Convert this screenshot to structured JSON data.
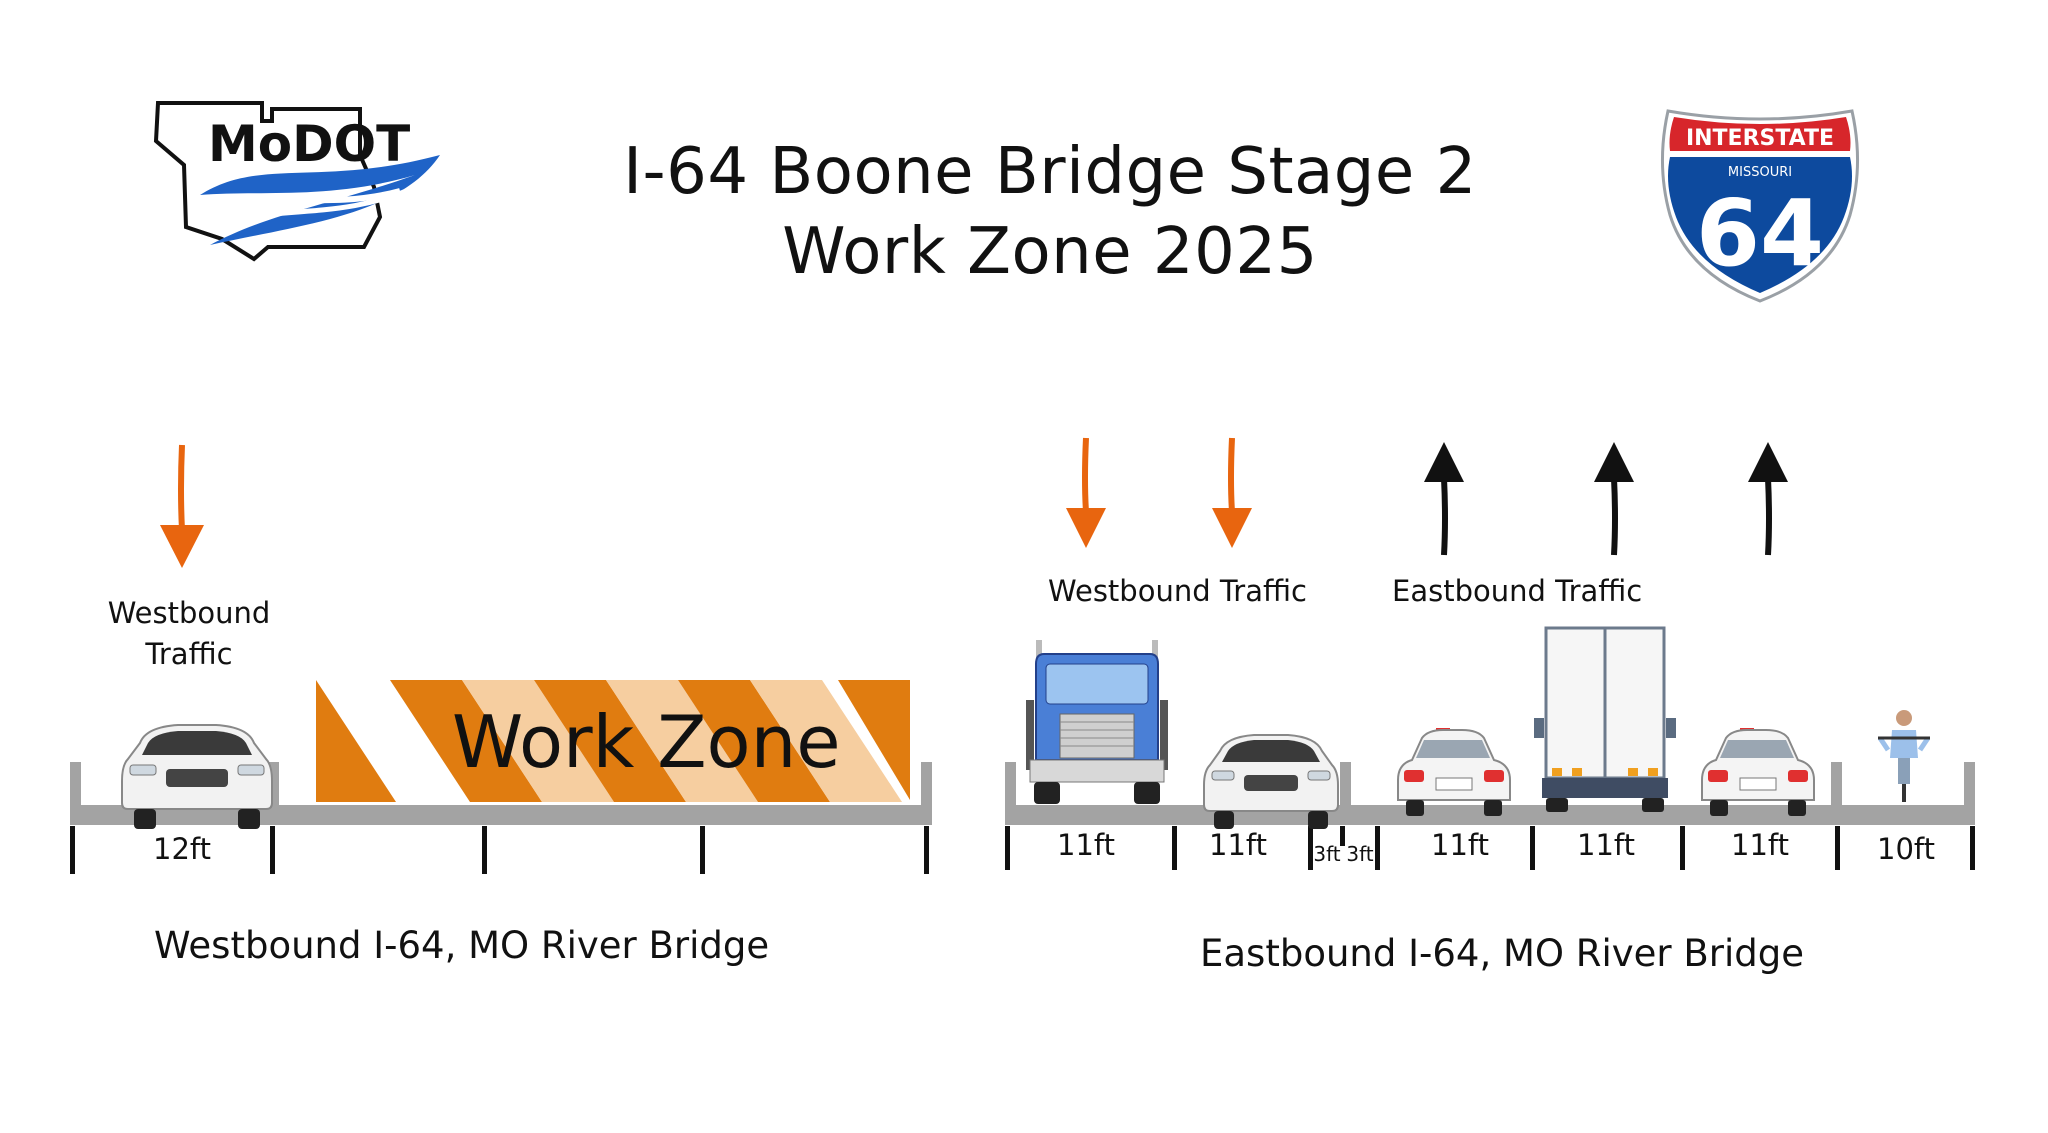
{
  "header": {
    "title_line1": "I-64 Boone Bridge Stage 2",
    "title_line2": "Work Zone 2025"
  },
  "logo_text": "MoDOT",
  "shield": {
    "top_text": "INTERSTATE",
    "state_text": "MISSOURI",
    "number": "64"
  },
  "westbound_bridge": {
    "label": "Westbound I-64, MO River Bridge",
    "traffic_label_line1": "Westbound",
    "traffic_label_line2": "Traffic",
    "lane_width": "12ft",
    "work_zone_text": "Work Zone"
  },
  "eastbound_bridge": {
    "label": "Eastbound I-64, MO River Bridge",
    "westbound_traffic_label": "Westbound Traffic",
    "eastbound_traffic_label": "Eastbound Traffic",
    "lane_widths": [
      "11ft",
      "11ft",
      "3ft",
      "3ft",
      "11ft",
      "11ft",
      "11ft",
      "10ft"
    ]
  },
  "colors": {
    "orange_arrow": "#e8650f",
    "barrier_orange": "#e07c10",
    "barrier_light": "#f6ceA0",
    "deck_gray": "#a3a3a3",
    "modot_blue": "#1f63c7",
    "shield_red": "#d7262b",
    "shield_blue": "#0d4a9e",
    "truck_blue": "#4a7fd6"
  }
}
